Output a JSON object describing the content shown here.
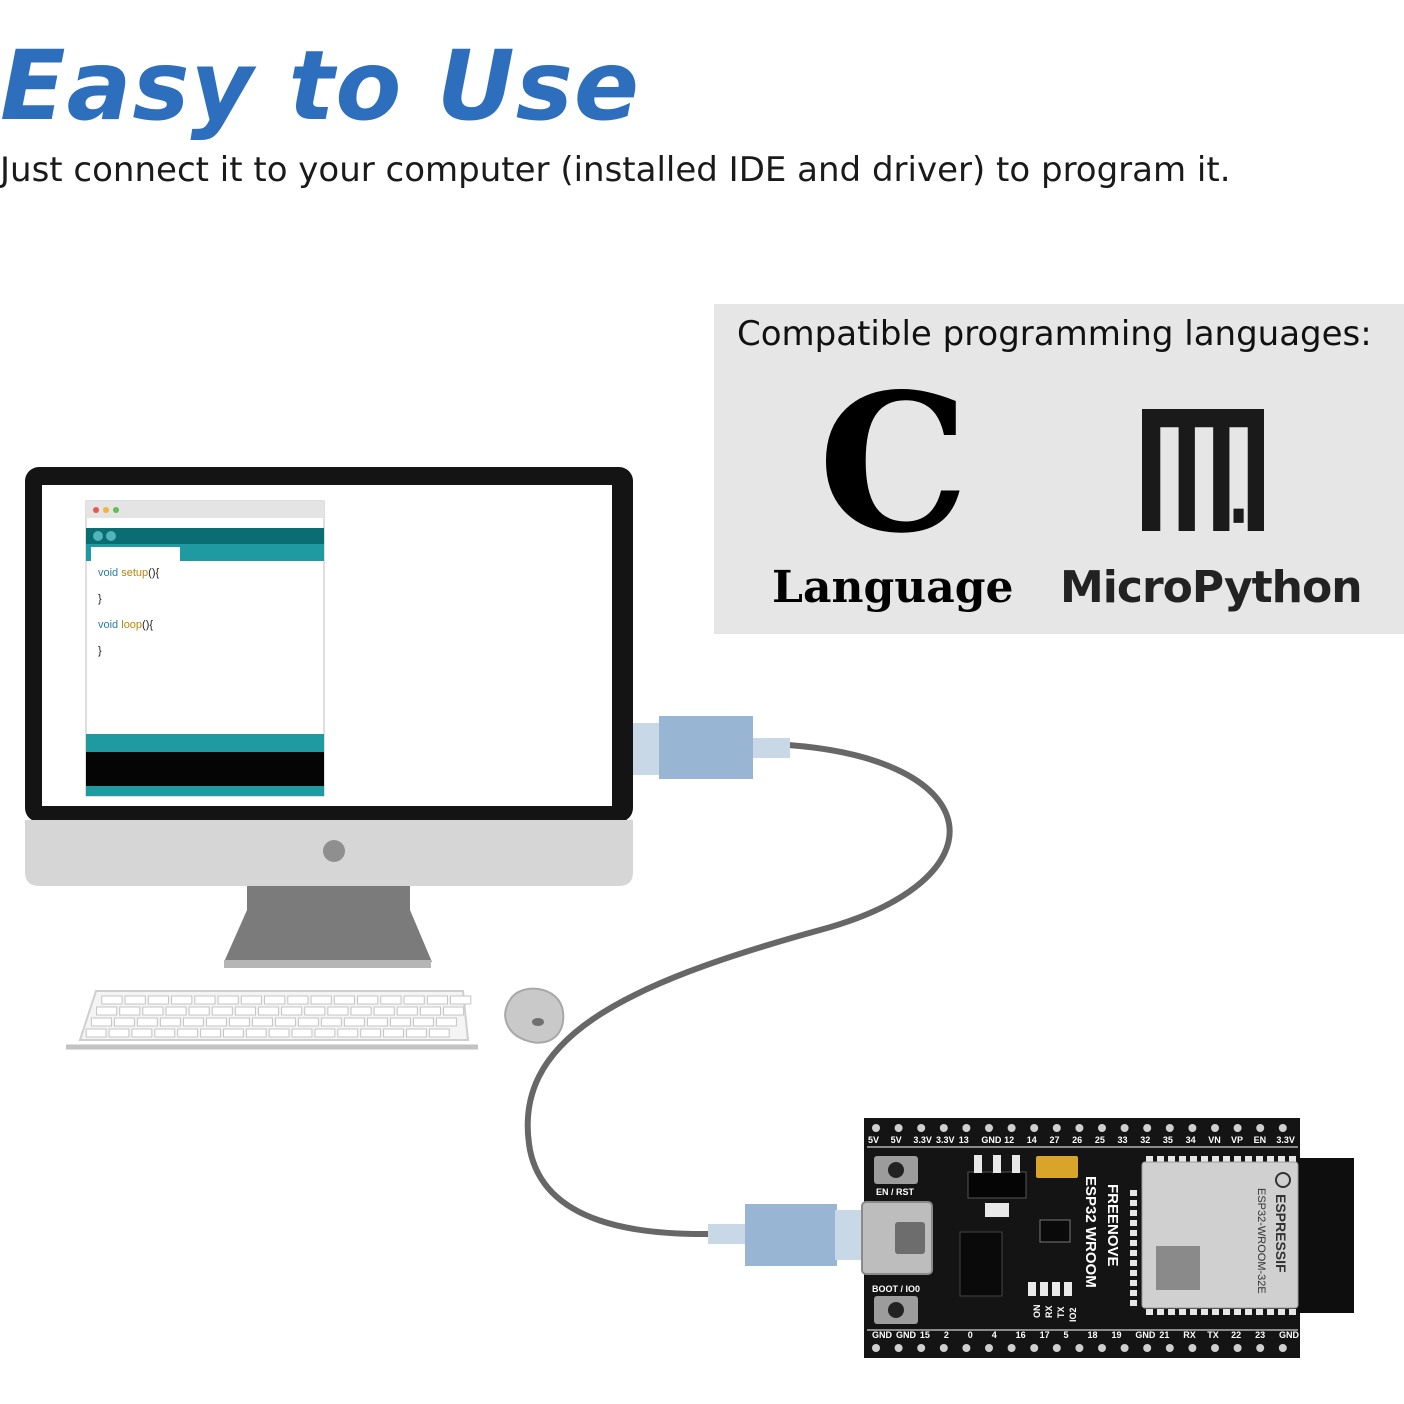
{
  "header": {
    "title": "Easy to Use",
    "subtitle": "Just connect it to your computer (installed IDE and driver) to program it."
  },
  "languages_panel": {
    "heading": "Compatible programming languages:",
    "c_logo": "C",
    "c_label": "Language",
    "micropython_label": "MicroPython",
    "micropython_icon": "micropython-logo-icon"
  },
  "ide_window": {
    "lines": [
      {
        "keyword": "void",
        "name": "setup",
        "tail": "(){"
      },
      {
        "keyword": "",
        "name": "",
        "tail": "}"
      },
      {
        "keyword": "void",
        "name": "loop",
        "tail": "(){"
      },
      {
        "keyword": "",
        "name": "",
        "tail": "}"
      }
    ]
  },
  "board": {
    "top_pins": [
      "5V",
      "5V",
      "3.3V",
      "3.3V",
      "13",
      "GND",
      "12",
      "14",
      "27",
      "26",
      "25",
      "33",
      "32",
      "35",
      "34",
      "VN",
      "VP",
      "EN",
      "3.3V"
    ],
    "bottom_pins": [
      "GND",
      "GND",
      "15",
      "2",
      "0",
      "4",
      "16",
      "17",
      "5",
      "18",
      "19",
      "GND",
      "21",
      "RX",
      "TX",
      "22",
      "23",
      "GND"
    ],
    "en_button": "EN / RST",
    "boot_button": "BOOT / IO0",
    "brand": "FREENOVE",
    "model": "ESP32 WROOM",
    "module_brand": "ESPRESSIF",
    "module_model": "ESP32-WROOM-32E",
    "leds": [
      "ON",
      "RX",
      "TX",
      "IO2"
    ]
  },
  "colors": {
    "title": "#2e6fbd",
    "ide_teal": "#1e9aa0",
    "usb_connector": "#98b5d3",
    "cable": "#666666",
    "board": "#141414"
  }
}
